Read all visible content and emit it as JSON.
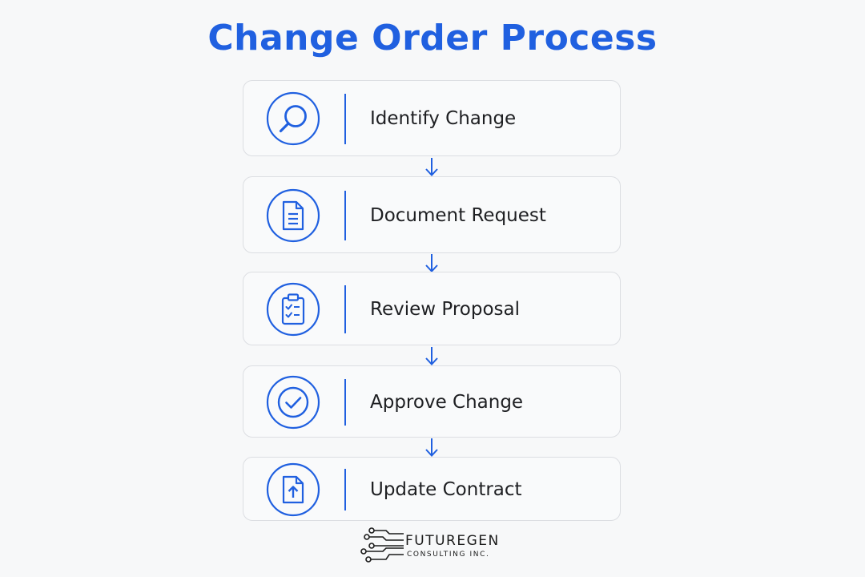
{
  "title": "Change Order Process",
  "accent_color": "#2060e0",
  "steps": [
    {
      "label": "Identify Change",
      "icon": "magnifier-icon"
    },
    {
      "label": "Document Request",
      "icon": "document-icon"
    },
    {
      "label": "Review Proposal",
      "icon": "clipboard-checklist-icon"
    },
    {
      "label": "Approve Change",
      "icon": "checkmark-circle-icon"
    },
    {
      "label": "Update Contract",
      "icon": "file-upload-icon"
    }
  ],
  "logo": {
    "name": "FUTUREGEN",
    "sub": "CONSULTING INC.",
    "icon": "circuit-traces-icon"
  }
}
